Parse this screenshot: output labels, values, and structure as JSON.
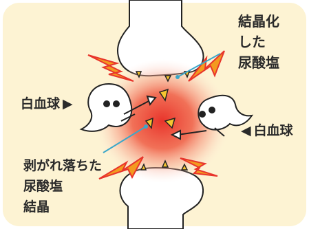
{
  "colors": {
    "panel": "#fdf3d3",
    "bone": "#ffffff",
    "outline": "#222222",
    "inflammation": "#e8342b",
    "lightning": "#f39a1f",
    "crystal": "#f6c531",
    "pointer": "#3ba7c9"
  },
  "labels": {
    "crystallized_urate": "結晶化\nした\n尿酸塩",
    "white_blood_cell_left": "白血球",
    "white_blood_cell_right": "白血球",
    "detached_urate_crystals": "剥がれ落ちた\n尿酸塩\n結晶"
  },
  "pointer_glyphs": {
    "left": "▶",
    "right": "◀"
  }
}
